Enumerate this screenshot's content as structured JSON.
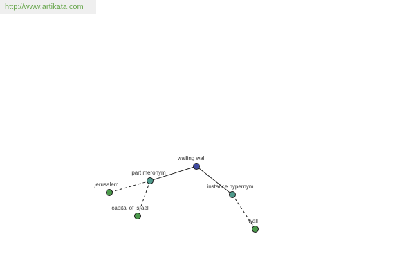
{
  "source": {
    "url_text": "http://www.artikata.com"
  },
  "graph": {
    "nodes": [
      {
        "id": "wailing-wall",
        "label": "wailing wall",
        "color": "#3f4aa0",
        "kind": "root"
      },
      {
        "id": "part-meronym",
        "label": "part meronym",
        "color": "#4f9a8c",
        "kind": "relation"
      },
      {
        "id": "instance-hypernym",
        "label": "instance hypernym",
        "color": "#4f9a8c",
        "kind": "relation"
      },
      {
        "id": "jerusalem",
        "label": "jerusalem",
        "color": "#4c9a4c",
        "kind": "term"
      },
      {
        "id": "capital-of-israel",
        "label": "capital of israel",
        "color": "#4c9a4c",
        "kind": "term"
      },
      {
        "id": "wall",
        "label": "wall",
        "color": "#4c9a4c",
        "kind": "term"
      }
    ],
    "edges": [
      {
        "from": "wailing-wall",
        "to": "part-meronym",
        "style": "solid"
      },
      {
        "from": "wailing-wall",
        "to": "instance-hypernym",
        "style": "solid"
      },
      {
        "from": "part-meronym",
        "to": "jerusalem",
        "style": "dashed"
      },
      {
        "from": "part-meronym",
        "to": "capital-of-israel",
        "style": "dashed"
      },
      {
        "from": "instance-hypernym",
        "to": "wall",
        "style": "dashed"
      }
    ]
  }
}
